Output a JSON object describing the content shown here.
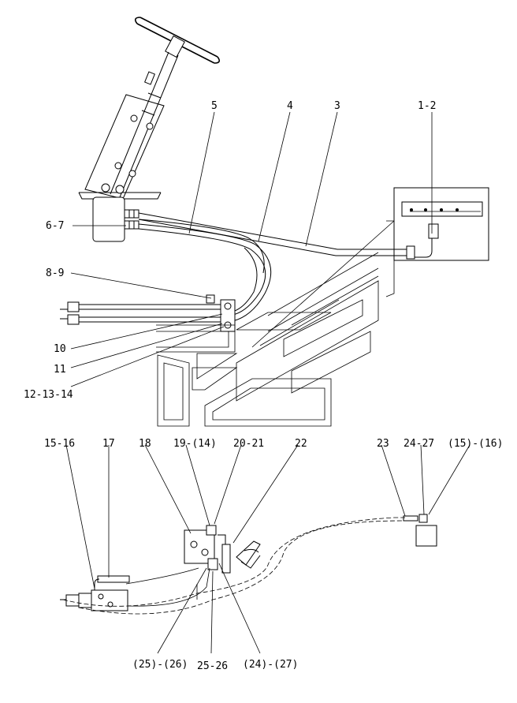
{
  "callouts": {
    "c1_2": "1-2",
    "c3": "3",
    "c4": "4",
    "c5": "5",
    "c6_7": "6-7",
    "c8_9": "8-9",
    "c10": "10",
    "c11": "11",
    "c12_13_14": "12-13-14",
    "c15_16": "15-16",
    "c17": "17",
    "c18": "18",
    "c19_14": "19-(14)",
    "c20_21": "20-21",
    "c22": "22",
    "c23": "23",
    "c24_27": "24-27",
    "c15_16b": "(15)-(16)",
    "c25_26p": "(25)-(26)",
    "c25_26": "25-26",
    "c24_27p": "(24)-(27)"
  }
}
